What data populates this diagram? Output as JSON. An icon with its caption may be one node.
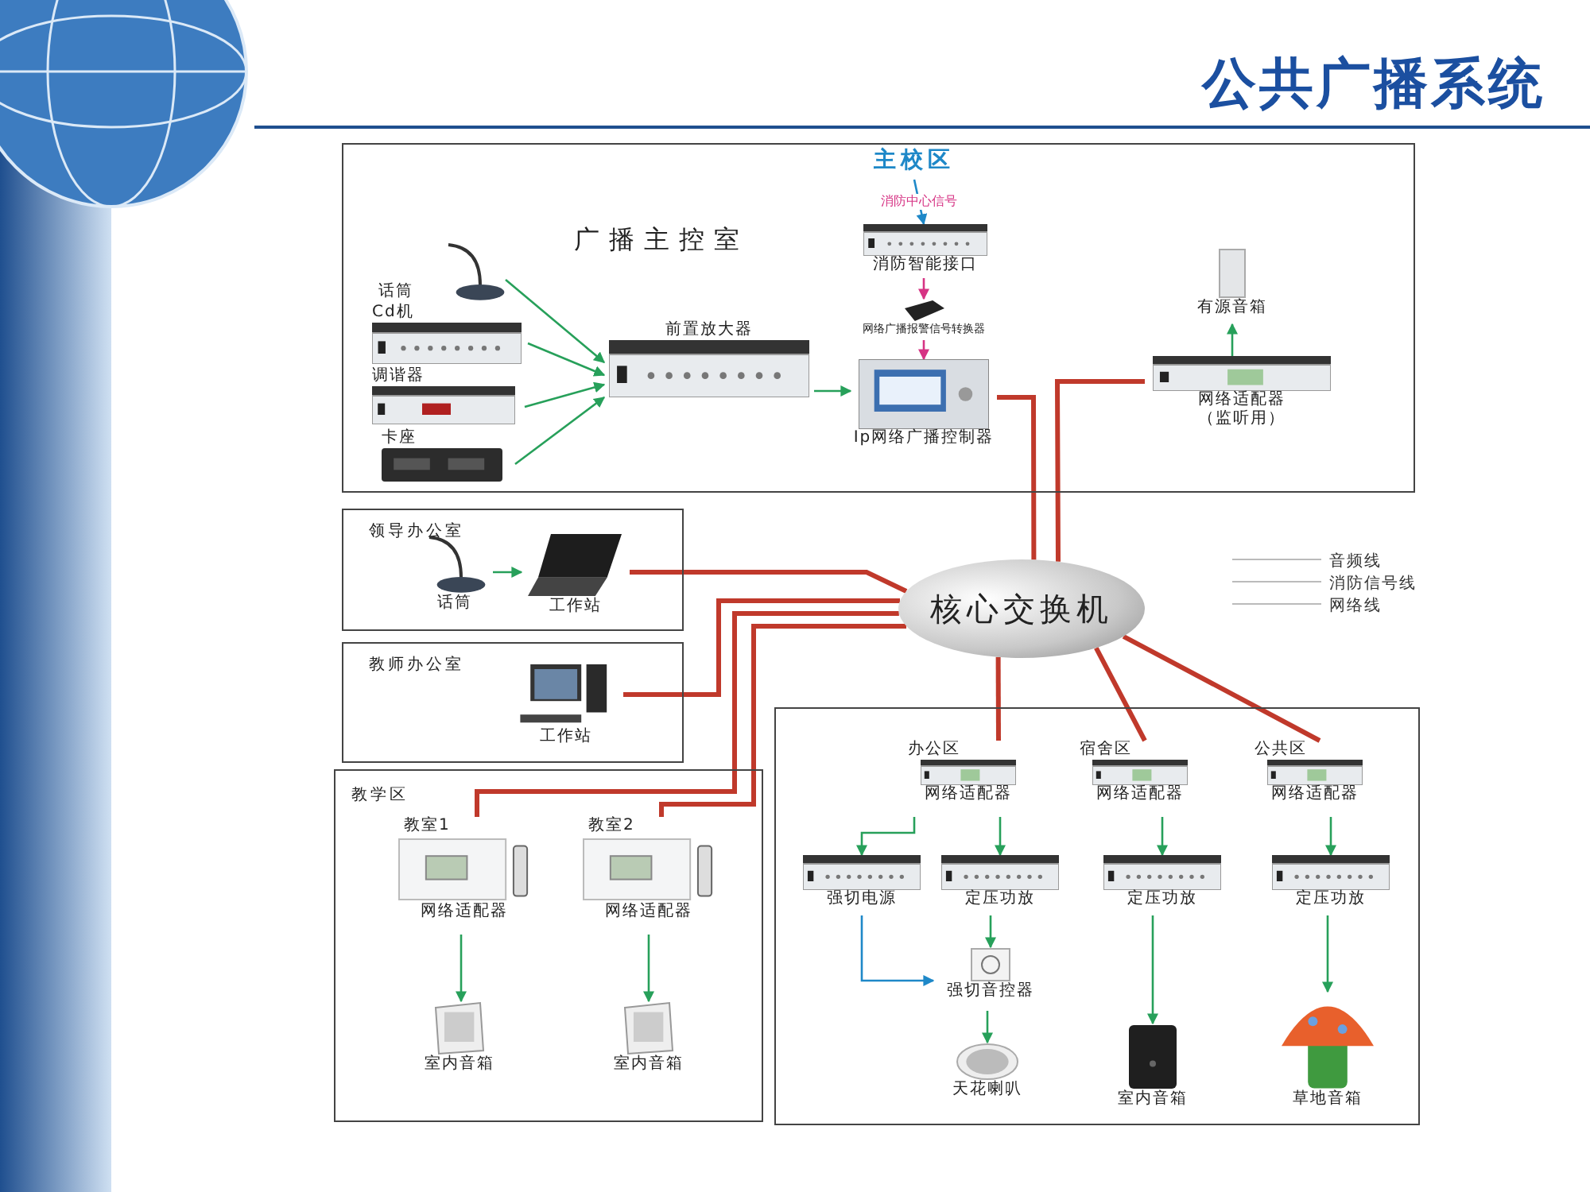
{
  "diagram": {
    "title": "公共广播系统",
    "nodes": [
      {
        "text": [
          "广播主控室"
        ]
      },
      {
        "text": [
          "主校区"
        ],
        "in": 0
      },
      {
        "text": [
          "话筒"
        ],
        "in": 0
      },
      {
        "text": [
          "Cd机"
        ],
        "in": 0
      },
      {
        "text": [
          "调谐器"
        ],
        "in": 0
      },
      {
        "text": [
          "卡座"
        ],
        "in": 0
      },
      {
        "text": [
          "前置放大器"
        ],
        "in": 0
      },
      {
        "text": [
          "消防智能接口"
        ],
        "in": 0
      },
      {
        "text": [
          "网络广播报警信号转换器"
        ],
        "in": 0
      },
      {
        "text": [
          "Ip网络广播控制器"
        ],
        "in": 0
      },
      {
        "text": [
          "有源音箱"
        ],
        "in": 0
      },
      {
        "text": [
          "网络适配器（监听用）"
        ],
        "in": 0
      },
      {
        "text": [
          "领导办公室"
        ]
      },
      {
        "text": [
          "话筒"
        ],
        "in": 12
      },
      {
        "text": [
          "工作站"
        ],
        "in": 12
      },
      {
        "text": [
          "教师办公室"
        ]
      },
      {
        "text": [
          "工作站"
        ],
        "in": 15
      },
      {
        "text": [
          "核心交换机"
        ]
      },
      {
        "text": [
          "教学区"
        ]
      },
      {
        "text": [
          "教室1",
          "网络适配器"
        ],
        "in": 18
      },
      {
        "text": [
          "室内音箱"
        ],
        "in": 18
      },
      {
        "text": [
          "教室2",
          "网络适配器"
        ],
        "in": 18
      },
      {
        "text": [
          "室内音箱"
        ],
        "in": 18
      },
      {
        "text": [],
        "shape": "box"
      },
      {
        "text": [
          "办公区",
          "网络适配器"
        ],
        "in": 23
      },
      {
        "text": [
          "宿舍区",
          "网络适配器"
        ],
        "in": 23
      },
      {
        "text": [
          "公共区",
          "网络适配器"
        ],
        "in": 23
      },
      {
        "text": [
          "强切电源"
        ],
        "in": 23
      },
      {
        "text": [
          "定压功放"
        ],
        "in": 23
      },
      {
        "text": [
          "定压功放"
        ],
        "in": 23
      },
      {
        "text": [
          "定压功放"
        ],
        "in": 23
      },
      {
        "text": [
          "强切音控器"
        ],
        "in": 23
      },
      {
        "text": [
          "天花喇叭"
        ],
        "in": 23
      },
      {
        "text": [
          "室内音箱"
        ],
        "in": 23
      },
      {
        "text": [
          "草地音箱"
        ],
        "in": 23
      }
    ],
    "edges": [
      {
        "from": 2,
        "to": 6,
        "arrow": "to"
      },
      {
        "from": 3,
        "to": 6,
        "arrow": "to"
      },
      {
        "from": 4,
        "to": 6,
        "arrow": "to"
      },
      {
        "from": 5,
        "to": 6,
        "arrow": "to"
      },
      {
        "from": 6,
        "to": 9,
        "arrow": "to"
      },
      {
        "from": 1,
        "to": 7,
        "arrow": "to",
        "label": "消防中心信号",
        "color": "#1e88c8"
      },
      {
        "from": 7,
        "to": 8,
        "arrow": "to",
        "color": "#d63384"
      },
      {
        "from": 8,
        "to": 9,
        "arrow": "to",
        "color": "#d63384"
      },
      {
        "from": 11,
        "to": 10,
        "arrow": "to"
      },
      {
        "from": 9,
        "to": 17,
        "arrow": "none",
        "style": "thick",
        "color": "#c0392b"
      },
      {
        "from": 11,
        "to": 17,
        "arrow": "none",
        "style": "thick",
        "color": "#c0392b"
      },
      {
        "from": 13,
        "to": 14,
        "arrow": "to"
      },
      {
        "from": 14,
        "to": 17,
        "arrow": "none",
        "style": "thick",
        "color": "#c0392b"
      },
      {
        "from": 16,
        "to": 17,
        "arrow": "none",
        "style": "thick",
        "color": "#c0392b"
      },
      {
        "from": 19,
        "to": 17,
        "arrow": "none",
        "style": "thick",
        "color": "#c0392b"
      },
      {
        "from": 21,
        "to": 17,
        "arrow": "none",
        "style": "thick",
        "color": "#c0392b"
      },
      {
        "from": 24,
        "to": 17,
        "arrow": "none",
        "style": "thick",
        "color": "#c0392b"
      },
      {
        "from": 25,
        "to": 17,
        "arrow": "none",
        "style": "thick",
        "color": "#c0392b"
      },
      {
        "from": 26,
        "to": 17,
        "arrow": "none",
        "style": "thick",
        "color": "#c0392b"
      },
      {
        "from": 24,
        "to": 27,
        "arrow": "to"
      },
      {
        "from": 24,
        "to": 28,
        "arrow": "to"
      },
      {
        "from": 25,
        "to": 29,
        "arrow": "to"
      },
      {
        "from": 26,
        "to": 30,
        "arrow": "to"
      },
      {
        "from": 28,
        "to": 31,
        "arrow": "to"
      },
      {
        "from": 27,
        "to": 31,
        "arrow": "to",
        "color": "#1e88c8"
      },
      {
        "from": 31,
        "to": 32,
        "arrow": "to"
      },
      {
        "from": 29,
        "to": 33,
        "arrow": "to"
      },
      {
        "from": 30,
        "to": 34,
        "arrow": "to"
      },
      {
        "from": 19,
        "to": 20,
        "arrow": "to"
      },
      {
        "from": 21,
        "to": 22,
        "arrow": "to"
      }
    ],
    "legend": [
      {
        "text": "音频线"
      },
      {
        "text": "消防信号线"
      },
      {
        "text": "网络线"
      }
    ]
  }
}
